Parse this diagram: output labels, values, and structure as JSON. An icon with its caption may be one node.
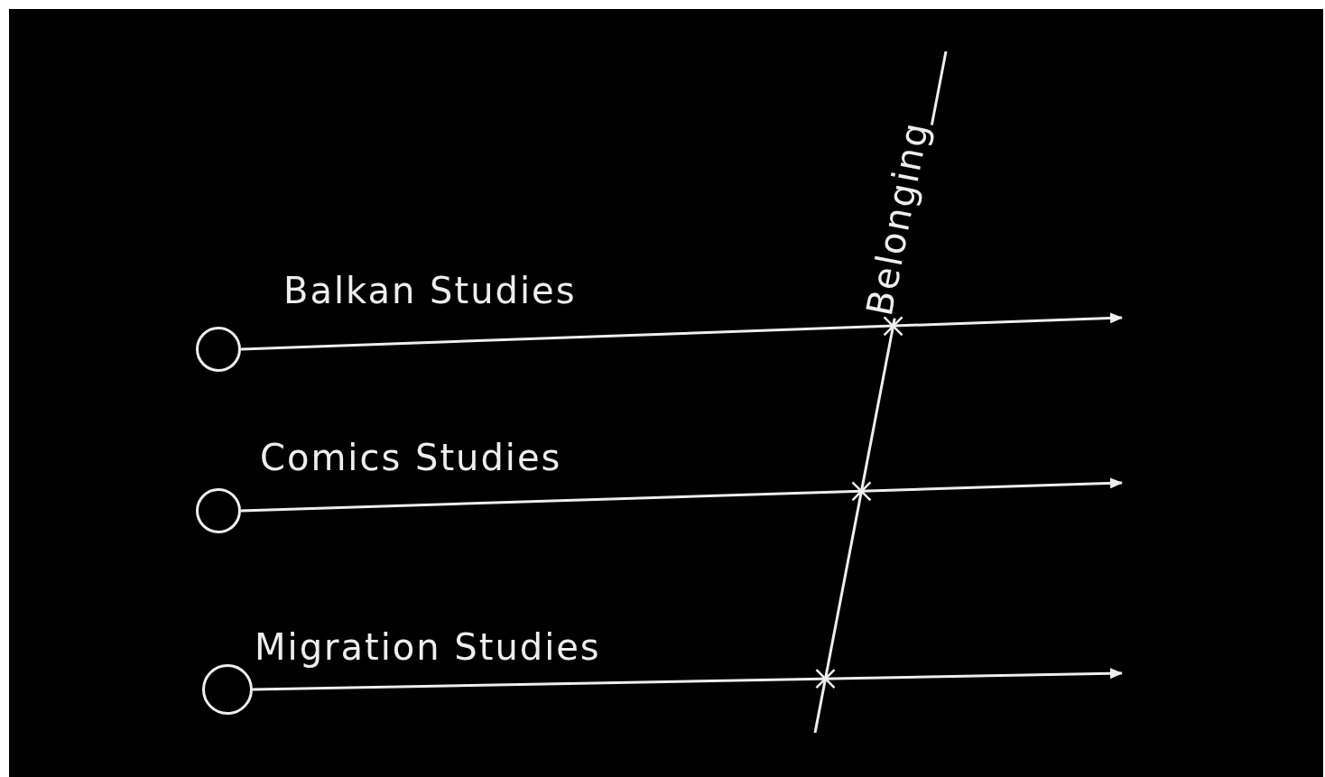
{
  "diagram": {
    "nodes": [
      {
        "text": [],
        "shape": "circle"
      },
      {
        "text": [],
        "shape": "circle"
      },
      {
        "text": [],
        "shape": "circle"
      }
    ],
    "edges": [
      {
        "from": 0,
        "to": null,
        "arrow": "to",
        "label": "Balkan Studies"
      },
      {
        "from": 1,
        "to": null,
        "arrow": "to",
        "label": "Comics Studies"
      },
      {
        "from": 2,
        "to": null,
        "arrow": "to",
        "label": "Migration Studies"
      }
    ],
    "labels": [
      "Belonging"
    ]
  }
}
